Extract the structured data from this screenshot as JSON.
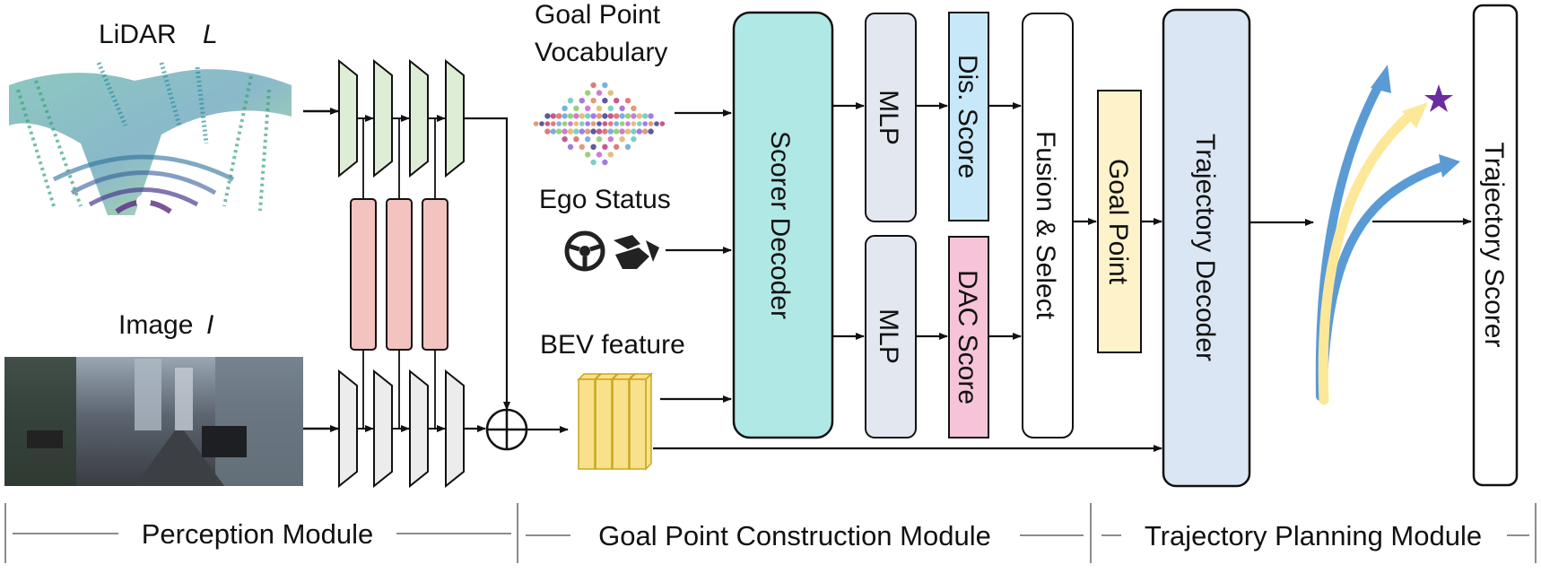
{
  "inputs": {
    "lidar_label": "LiDAR",
    "lidar_symbol": "L",
    "image_label": "Image",
    "image_symbol": "I",
    "goal_vocab_label_line1": "Goal Point",
    "goal_vocab_label_line2": "Vocabulary",
    "ego_status_label": "Ego Status",
    "bev_feature_label": "BEV feature"
  },
  "blocks": {
    "scorer_decoder": "Scorer Decoder",
    "mlp_top": "MLP",
    "mlp_bottom": "MLP",
    "dis_score": "Dis. Score",
    "dac_score": "DAC Score",
    "fusion_select": "Fusion & Select",
    "goal_point": "Goal Point",
    "trajectory_decoder": "Trajectory Decoder",
    "trajectory_scorer": "Trajectory Scorer"
  },
  "modules": {
    "perception": "Perception Module",
    "goal_point_construction": "Goal Point Construction Module",
    "trajectory_planning": "Trajectory Planning Module"
  },
  "colors": {
    "scorer_decoder": "#b0e8e6",
    "mlp": "#e2e7f0",
    "dis_score": "#c7e8f8",
    "dac_score": "#f6c3d9",
    "goal_point": "#fdf2c9",
    "trajectory_decoder": "#dbe6f4",
    "lidar_encoder": "#deedd6",
    "image_encoder": "#ececec",
    "fusion_block": "#f3c3c0",
    "bev_cube": "#f9e08a",
    "traj_blue": "#5b9bd5",
    "traj_yellow": "#fde89a",
    "goal_star": "#6b2ca0"
  }
}
